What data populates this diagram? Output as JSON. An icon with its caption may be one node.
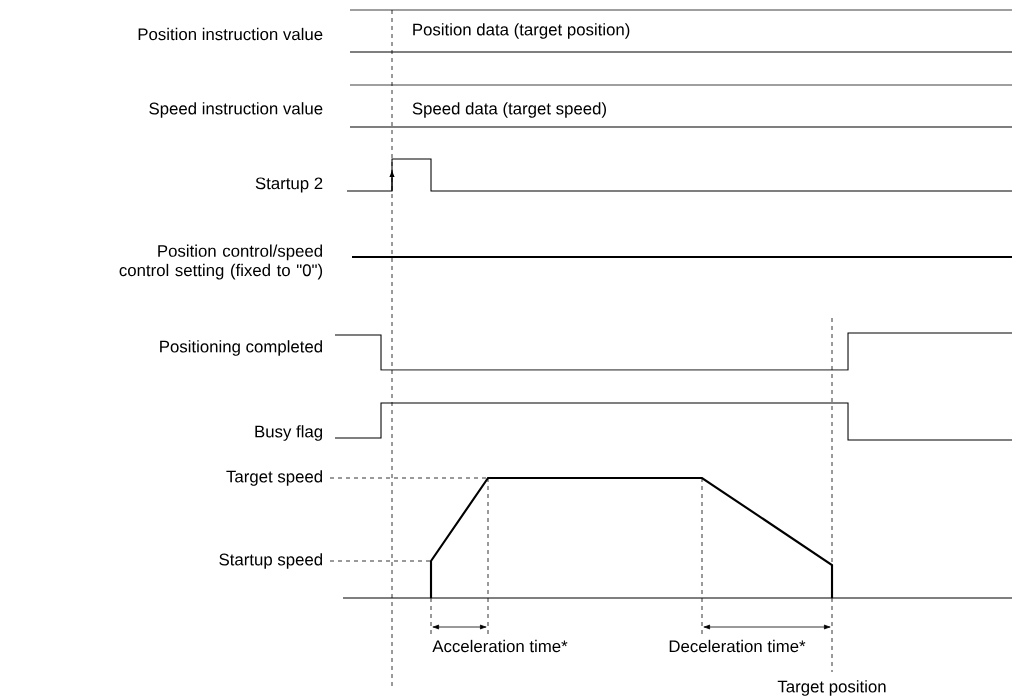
{
  "diagram": {
    "labels": [
      "Position instruction value",
      "Position data (target position)",
      "Speed instruction value",
      "Speed data (target speed)",
      "Startup 2",
      "Position control/speed control setting (fixed to \"0\")",
      "Positioning completed",
      "Busy flag",
      "Target speed",
      "Startup speed",
      "Acceleration time*",
      "Deceleration time*",
      "Target position"
    ]
  }
}
